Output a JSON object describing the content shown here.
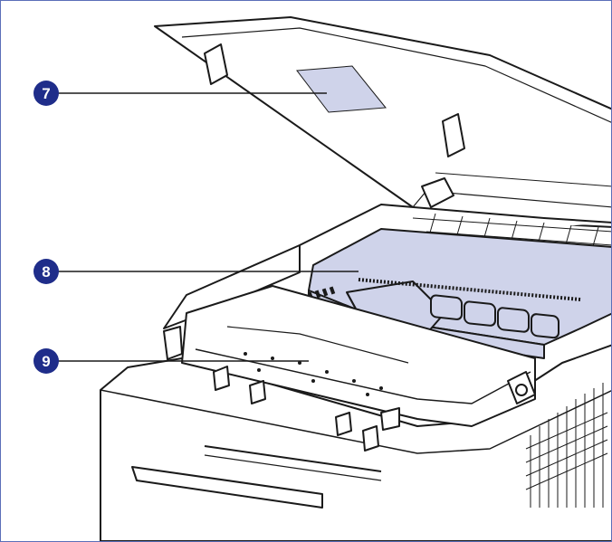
{
  "colors": {
    "frame": "#5b6fb8",
    "badge": "#1f2d8a",
    "highlight": "#cfd3ea",
    "line": "#1a1a1a"
  },
  "callouts": [
    {
      "number": "7",
      "part": "scan-glass-marker"
    },
    {
      "number": "8",
      "part": "toner-cartridge"
    },
    {
      "number": "9",
      "part": "paper-path"
    }
  ]
}
